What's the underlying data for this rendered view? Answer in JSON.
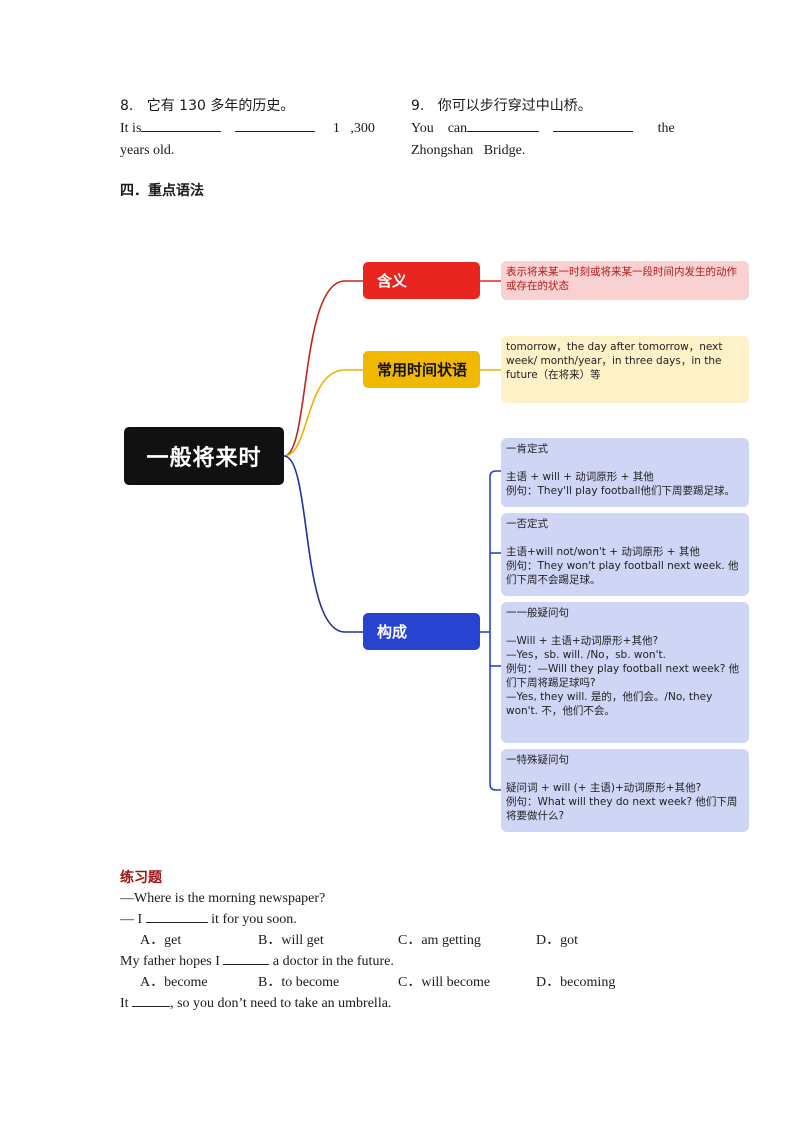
{
  "translation_items": [
    {
      "number": "8.",
      "chinese": "它有 130 多年的历史。",
      "line1_start": "It  is",
      "line1_mid": "1",
      "line1_end": ",300",
      "line2": "years old."
    },
    {
      "number": "9.",
      "chinese": "你可以步行穿过中山桥。",
      "line1_start": "You    can",
      "line1_end": "the",
      "line2": "Zhongshan   Bridge."
    }
  ],
  "section_heading": "四．重点语法",
  "mindmap": {
    "root": "一般将来时",
    "branches": {
      "meaning": {
        "label": "含义",
        "text": "表示将来某一时刻或将来某一段时间内发生的动作或存在的状态",
        "color": "#e8251f"
      },
      "time_adverbials": {
        "label": "常用时间状语",
        "text": "tomorrow，the day after tomorrow，next week/ month/year，in three days，in the future（在将来）等",
        "color": "#f1b800"
      },
      "structure": {
        "label": "构成",
        "color": "#2744d1",
        "forms": [
          {
            "title": "一肯定式",
            "lines": [
              "主语 + will + 动词原形 + 其他",
              "例句：They'll play football他们下周要踢足球。"
            ]
          },
          {
            "title": "一否定式",
            "lines": [
              "主语+will not/won't + 动词原形 + 其他",
              "例句：They won't play football  next week. 他们下周不会踢足球。"
            ]
          },
          {
            "title": "一一般疑问句",
            "lines": [
              "—Will + 主语+动词原形+其他?",
              "—Yes，sb. will. /No，sb. won't.",
              "例句：—Will they play football next week? 他们下周将踢足球吗?",
              "—Yes, they will. 是的，他们会。/No, they won't. 不，他们不会。"
            ]
          },
          {
            "title": "一特殊疑问句",
            "lines": [
              "疑问词 + will (+ 主语)+动词原形+其他?",
              "例句：What will they do next week? 他们下周将要做什么?"
            ]
          }
        ]
      }
    }
  },
  "exercise": {
    "heading": "练习题",
    "q1_line1": "—Where is the morning  newspaper?",
    "q1_line2_start": "— I",
    "q1_line2_end": "it for you soon.",
    "q1_options": [
      "A．get",
      "B．will  get",
      "C．am getting",
      "D．got"
    ],
    "q2_start": "My father  hopes I",
    "q2_end": "a doctor in  the future.",
    "q2_options": [
      "A．become",
      "B．to become",
      "C．will  become",
      "D．becoming"
    ],
    "q3_start": "It",
    "q3_end": ", so you don’t need to take an umbrella."
  }
}
